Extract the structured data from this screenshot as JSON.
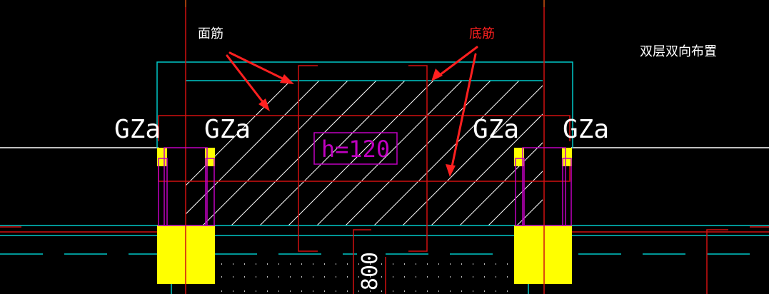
{
  "annotations": {
    "top_rebar": "面筋",
    "bottom_rebar": "底筋",
    "layout_note": "双层双向布置"
  },
  "drawing": {
    "column_tags": [
      "GZa",
      "GZa",
      "GZa",
      "GZa"
    ],
    "slab_thickness_label": "h=120",
    "beam_dimension_label": "800"
  },
  "colors": {
    "background": "#000000",
    "slab_outline": "#00c8c8",
    "rebar_red": "#d01010",
    "column_yellow": "#ffff00",
    "column_outline_magenta": "#c000c0",
    "hatch_white": "#ffffff",
    "leader_arrow_red": "#ff2020",
    "grid_green": "#00c000"
  }
}
